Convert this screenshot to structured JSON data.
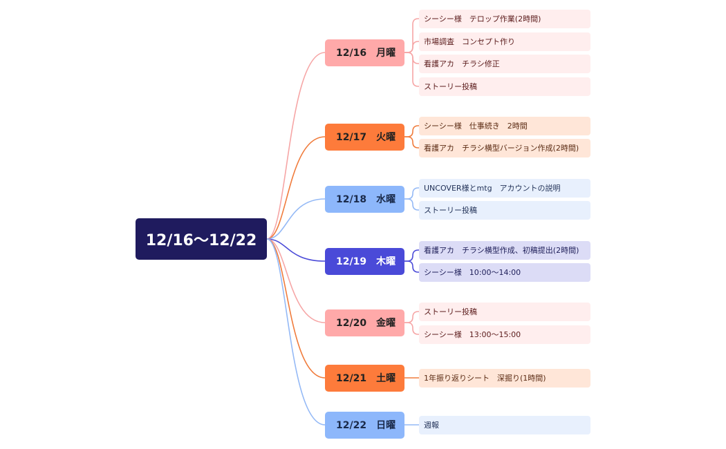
{
  "root": {
    "label": "12/16〜12/22"
  },
  "palettes": {
    "pink": {
      "day_bg": "#ffa9a9",
      "day_text": "#222222",
      "task_bg": "#ffeeee",
      "task_text": "#5a1a1a",
      "line": "#f6a5a5"
    },
    "orange": {
      "day_bg": "#fd7b3b",
      "day_text": "#222222",
      "task_bg": "#ffe6d8",
      "task_text": "#5a2a12",
      "line": "#f07b3b"
    },
    "blue": {
      "day_bg": "#8db7fb",
      "day_text": "#1a2a4a",
      "task_bg": "#e8f0fd",
      "task_text": "#1f2f55",
      "line": "#94b9f6"
    },
    "indigo": {
      "day_bg": "#4a4ad8",
      "day_text": "#ffffff",
      "task_bg": "#dcdcf6",
      "task_text": "#20205a",
      "line": "#4a4ad8"
    }
  },
  "days": [
    {
      "label": "12/16　月曜",
      "palette": "pink",
      "tasks": [
        {
          "label": "シーシー様　テロップ作業(2時間)"
        },
        {
          "label": "市場調査　コンセプト作り"
        },
        {
          "label": "看護アカ　チラシ修正"
        },
        {
          "label": "ストーリー投稿"
        }
      ]
    },
    {
      "label": "12/17　火曜",
      "palette": "orange",
      "tasks": [
        {
          "label": "シーシー様　仕事続き　2時間"
        },
        {
          "label": "看護アカ　チラシ横型バージョン作成(2時間)"
        }
      ]
    },
    {
      "label": "12/18　水曜",
      "palette": "blue",
      "tasks": [
        {
          "label": "UNCOVER様とmtg　アカウントの説明"
        },
        {
          "label": "ストーリー投稿"
        }
      ]
    },
    {
      "label": "12/19　木曜",
      "palette": "indigo",
      "tasks": [
        {
          "label": "看護アカ　チラシ横型作成、初稿提出(2時間)"
        },
        {
          "label": "シーシー様　10:00〜14:00"
        }
      ]
    },
    {
      "label": "12/20　金曜",
      "palette": "pink",
      "tasks": [
        {
          "label": "ストーリー投稿"
        },
        {
          "label": "シーシー様　13:00〜15:00"
        }
      ]
    },
    {
      "label": "12/21　土曜",
      "palette": "orange",
      "tasks": [
        {
          "label": "1年振り返りシート　深掘り(1時間)"
        }
      ]
    },
    {
      "label": "12/22　日曜",
      "palette": "blue",
      "tasks": [
        {
          "label": "週報"
        }
      ]
    }
  ]
}
